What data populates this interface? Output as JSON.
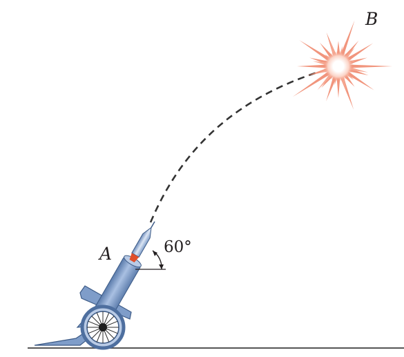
{
  "labels": {
    "point_a": "A",
    "point_b": "B",
    "launch_angle": "60°"
  },
  "colors": {
    "background": "#ffffff",
    "cannon_body": "#7f9dc9",
    "cannon_dark": "#3c5a86",
    "cannon_light": "#b9cbe6",
    "wheel_rim": "#4e6f9f",
    "rocket_tip": "#e04e2a",
    "explosion": "#f08a6f",
    "explosion_core": "#ffffff",
    "trajectory": "#333333",
    "ground": "#555555",
    "text": "#231f20"
  },
  "icons": {
    "cannon": "cannon-icon",
    "rocket": "rocket-icon",
    "explosion": "explosion-burst-icon"
  }
}
